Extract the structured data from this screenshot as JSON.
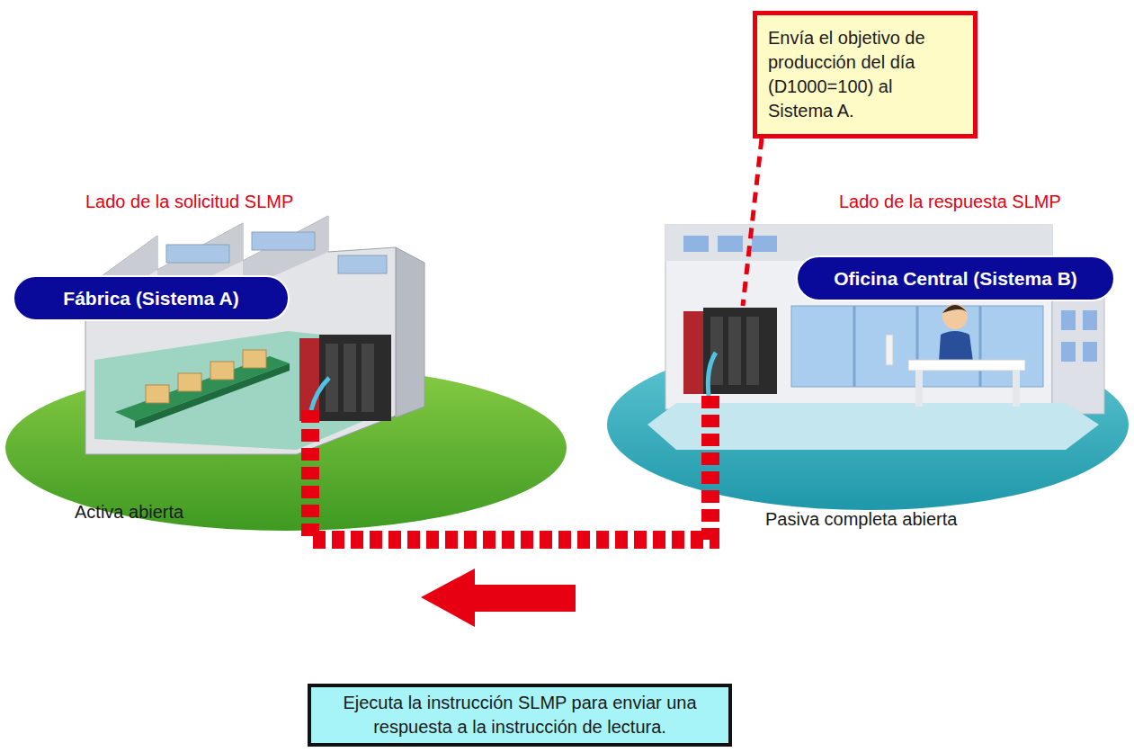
{
  "diagram": {
    "nodes": [
      {
        "text": [
          "Envía el objetivo de producción del día (D1000=100) al Sistema A."
        ]
      },
      {
        "text": [
          "Fábrica (Sistema A)"
        ]
      },
      {
        "text": [
          "Oficina Central (Sistema B)"
        ]
      },
      {
        "text": [
          "Ejecuta la instrucción SLMP para enviar una respuesta a la instrucción de lectura."
        ]
      }
    ],
    "labels": [
      "Lado de la solicitud SLMP",
      "Lado de la respuesta SLMP",
      "Activa abierta",
      "Pasiva completa abierta"
    ]
  }
}
